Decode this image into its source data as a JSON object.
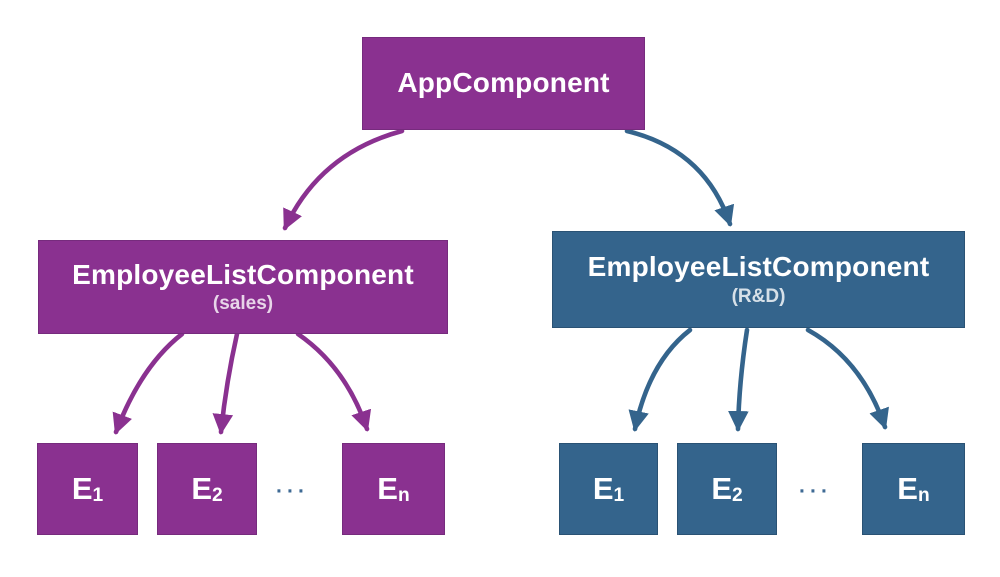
{
  "diagram": {
    "type": "component-tree",
    "root": {
      "label": "AppComponent",
      "color": "#8A3190"
    },
    "branches": [
      {
        "label": "EmployeeListComponent",
        "sublabel": "(sales)",
        "color": "#8A3190",
        "employees": [
          {
            "base": "E",
            "sub": "1"
          },
          {
            "base": "E",
            "sub": "2"
          },
          {
            "base": "E",
            "sub": "n"
          }
        ],
        "ellipsis": "···"
      },
      {
        "label": "EmployeeListComponent",
        "sublabel": "(R&D)",
        "color": "#34648C",
        "employees": [
          {
            "base": "E",
            "sub": "1"
          },
          {
            "base": "E",
            "sub": "2"
          },
          {
            "base": "E",
            "sub": "n"
          }
        ],
        "ellipsis": "···"
      }
    ],
    "colors": {
      "purple": "#8A3190",
      "blue": "#34648C",
      "ellipsis_dots": "#3E6A94",
      "background": "#FFFFFF",
      "label_text": "#FFFFFF"
    }
  }
}
